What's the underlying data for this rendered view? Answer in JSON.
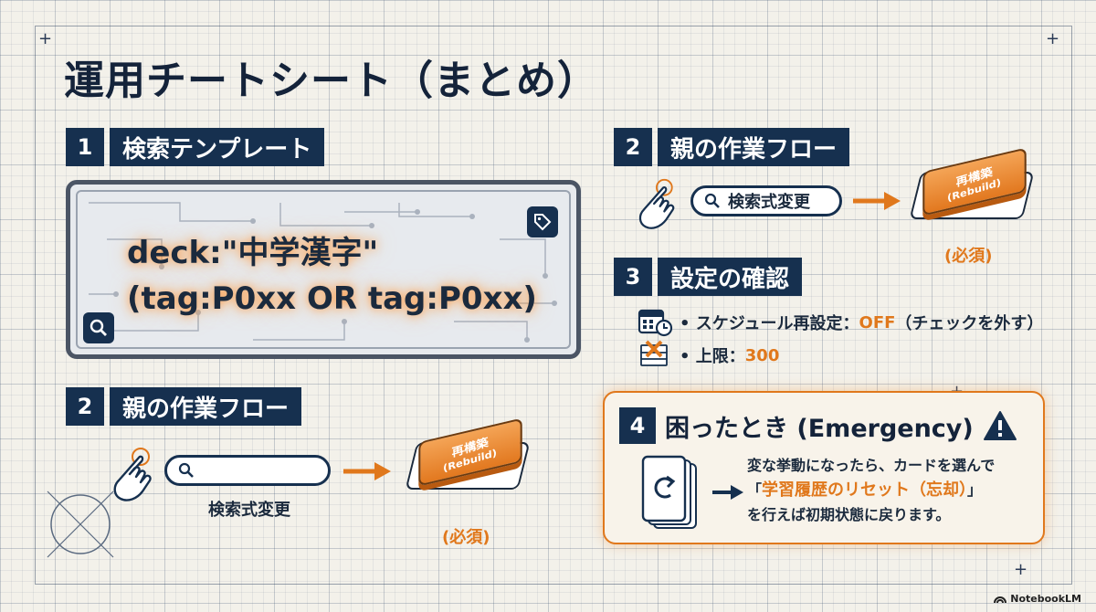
{
  "page_title": "運用チートシート（まとめ）",
  "section1": {
    "number": "1",
    "label": "検索テンプレート",
    "query_line1": "deck:\"中学漢字\"",
    "query_line2": "(tag:P0xx OR tag:P0xx)"
  },
  "section2_left": {
    "number": "2",
    "label": "親の作業フロー",
    "search_caption": "検索式変更",
    "button_jp": "再構築",
    "button_en": "(Rebuild)",
    "required": "(必須)"
  },
  "section2_right": {
    "number": "2",
    "label": "親の作業フロー",
    "search_label": "検索式変更",
    "button_jp": "再構築",
    "button_en": "(Rebuild)",
    "required": "(必須)"
  },
  "section3": {
    "number": "3",
    "label": "設定の確認",
    "item1_label": "• スケジュール再設定：",
    "item1_value": "OFF",
    "item1_note": "（チェックを外す）",
    "item2_label": "• 上限：",
    "item2_value": "300"
  },
  "section4": {
    "number": "4",
    "label": "困ったとき (Emergency)",
    "line1": "変な挙動になったら、カードを選んで",
    "line2_open": "「",
    "line2_highlight": "学習履歴のリセット（忘却）",
    "line2_close": "」",
    "line3": "を行えば初期状態に戻ります。"
  },
  "brand": "NotebookLM",
  "colors": {
    "navy": "#16304f",
    "accent": "#e0781c",
    "background": "#f3f1ea"
  },
  "icons": [
    "search-icon",
    "tag-icon",
    "pointing-hand-icon",
    "calendar-clock-icon",
    "card-stack-icon",
    "warning-icon",
    "reset-cards-icon",
    "arrow-right-icon"
  ]
}
